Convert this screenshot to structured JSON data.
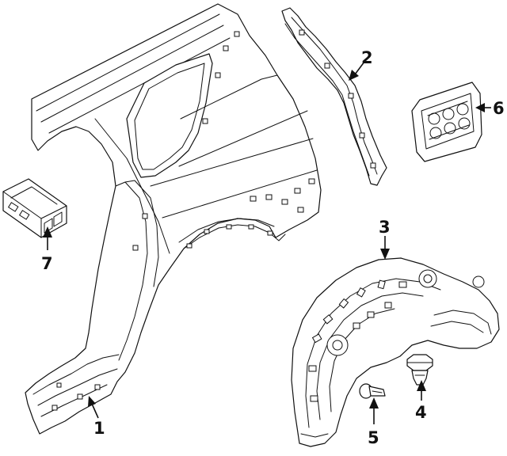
{
  "callouts": [
    {
      "id": "1",
      "label": "1"
    },
    {
      "id": "2",
      "label": "2"
    },
    {
      "id": "3",
      "label": "3"
    },
    {
      "id": "4",
      "label": "4"
    },
    {
      "id": "5",
      "label": "5"
    },
    {
      "id": "6",
      "label": "6"
    },
    {
      "id": "7",
      "label": "7"
    }
  ],
  "parts": [
    {
      "callout": "1",
      "icon": "quarter-panel-icon"
    },
    {
      "callout": "2",
      "icon": "inner-reinforcement-bracket-icon"
    },
    {
      "callout": "3",
      "icon": "wheelhouse-liner-icon"
    },
    {
      "callout": "4",
      "icon": "retainer-clip-icon"
    },
    {
      "callout": "5",
      "icon": "push-pin-fastener-icon"
    },
    {
      "callout": "6",
      "icon": "fuel-door-housing-icon"
    },
    {
      "callout": "7",
      "icon": "control-module-icon"
    }
  ],
  "colors": {
    "line": "#111111",
    "background": "#ffffff"
  }
}
